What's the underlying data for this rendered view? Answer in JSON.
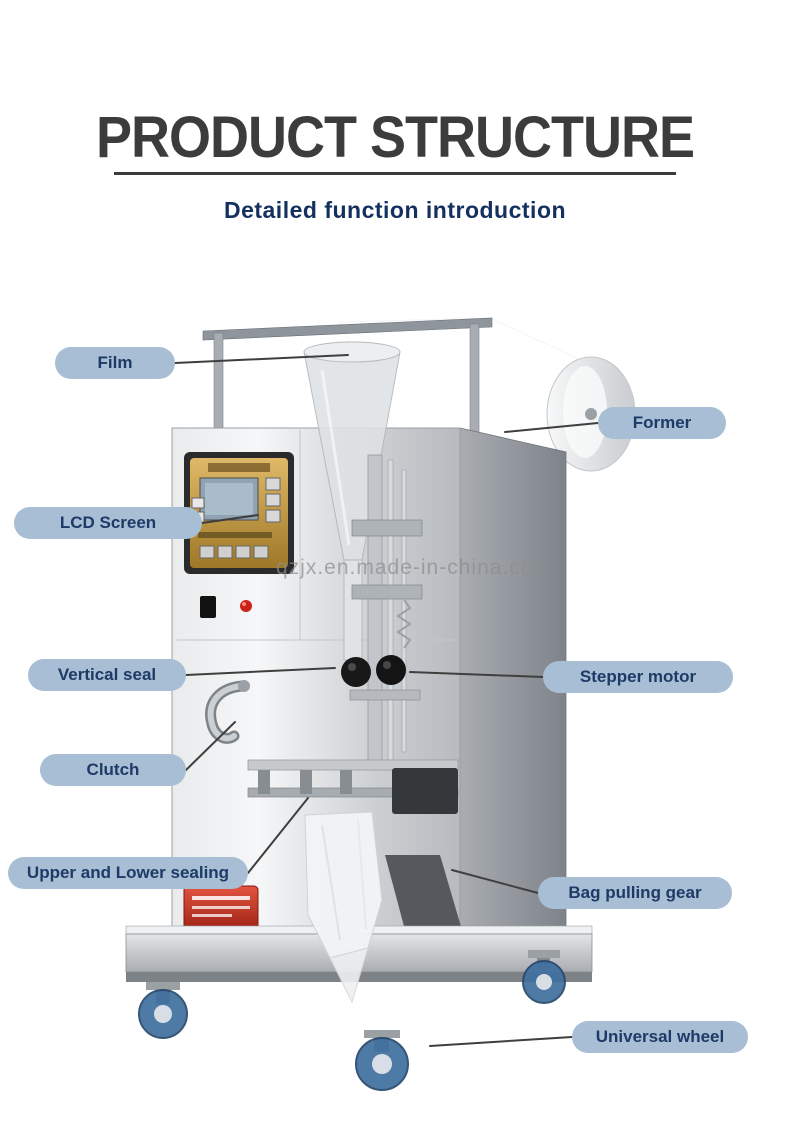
{
  "header": {
    "title": "PRODUCT STRUCTURE",
    "subtitle": "Detailed function introduction"
  },
  "watermark": "qzjx.en.made-in-china.com",
  "labels": [
    {
      "id": "film",
      "text": "Film",
      "side": "left"
    },
    {
      "id": "former",
      "text": "Former",
      "side": "right"
    },
    {
      "id": "lcd-screen",
      "text": "LCD Screen",
      "side": "left"
    },
    {
      "id": "vertical-seal",
      "text": "Vertical seal",
      "side": "left"
    },
    {
      "id": "stepper-motor",
      "text": "Stepper motor",
      "side": "right"
    },
    {
      "id": "clutch",
      "text": "Clutch",
      "side": "left"
    },
    {
      "id": "upper-lower-sealing",
      "text": "Upper and Lower sealing",
      "side": "left"
    },
    {
      "id": "bag-pulling-gear",
      "text": "Bag pulling gear",
      "side": "right"
    },
    {
      "id": "universal-wheel",
      "text": "Universal wheel",
      "side": "right"
    }
  ],
  "colors": {
    "label_bg": "#a7bed4",
    "label_text": "#1e3a66",
    "title": "#3c3c3c",
    "subtitle": "#13305e",
    "leader_line": "#3f3f3f",
    "wheel_blue": "#3f6f9f",
    "warning_red": "#c23322"
  }
}
